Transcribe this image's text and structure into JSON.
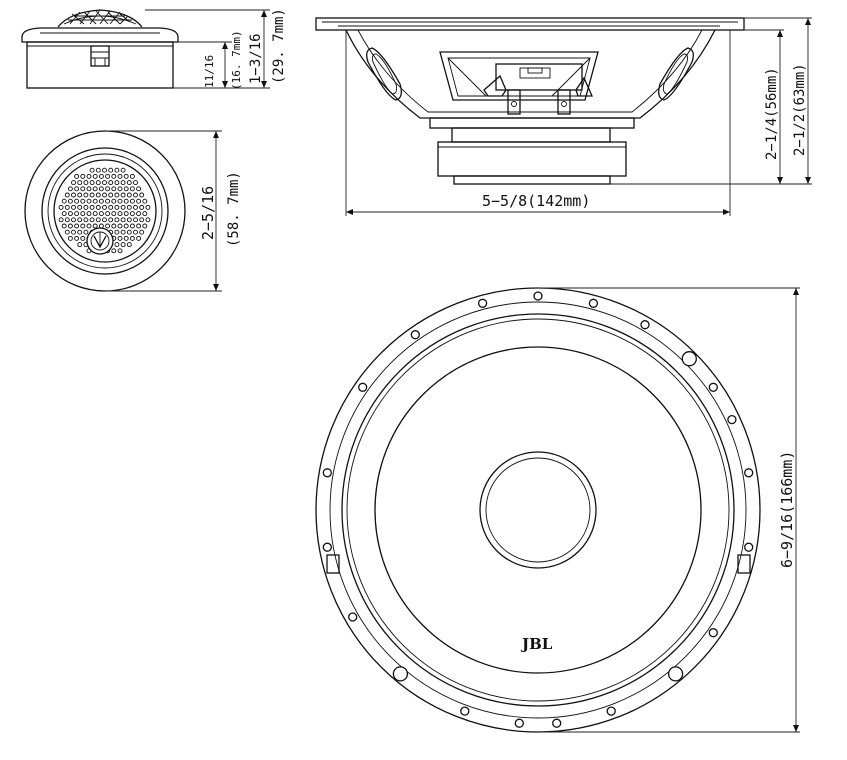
{
  "tweeter_side": {
    "depth_frac": "11/16",
    "depth_mm": "(16. 7mm)",
    "height_frac": "1−3/16",
    "height_mm": "(29. 7mm)"
  },
  "tweeter_front": {
    "diameter_frac": "2−5/16",
    "diameter_mm": "(58. 7mm)"
  },
  "woofer_side": {
    "width_label": "5−5/8(142mm)",
    "mount_depth_label": "2−1/4(56mm)",
    "total_depth_label": "2−1/2(63mm)"
  },
  "woofer_front": {
    "diameter_label": "6−9/16(166mm)",
    "logo_text": "JBL"
  }
}
